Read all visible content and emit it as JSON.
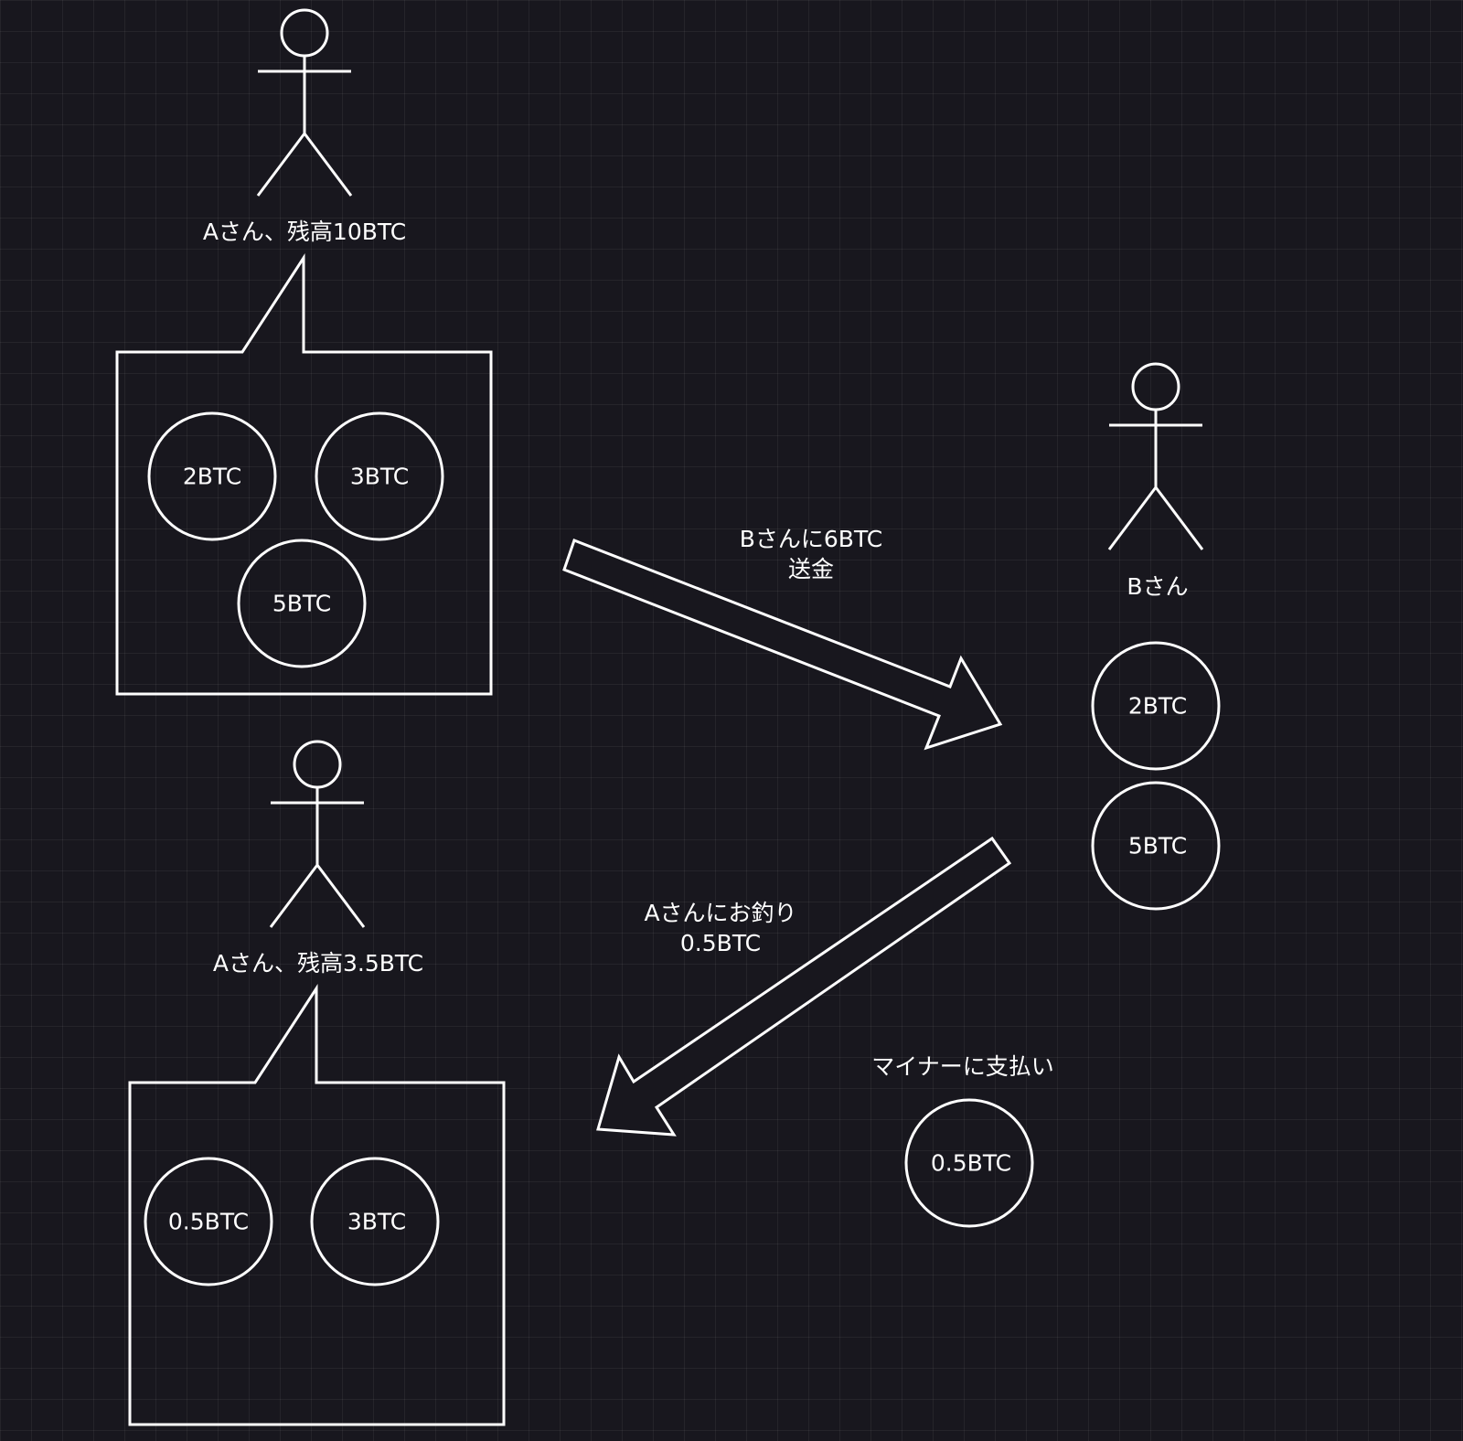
{
  "person_a_before": {
    "label": "Aさん、残高10BTC",
    "coins": [
      "2BTC",
      "3BTC",
      "5BTC"
    ]
  },
  "person_b": {
    "label": "Bさん",
    "coins": [
      "2BTC",
      "5BTC"
    ]
  },
  "transfer_to_b": {
    "line1": "Bさんに6BTC",
    "line2": "送金"
  },
  "change_to_a": {
    "line1": "Aさんにお釣り",
    "line2": "0.5BTC"
  },
  "person_a_after": {
    "label": "Aさん、残高3.5BTC",
    "coins": [
      "0.5BTC",
      "3BTC"
    ]
  },
  "miner_fee": {
    "label": "マイナーに支払い",
    "coin": "0.5BTC"
  }
}
